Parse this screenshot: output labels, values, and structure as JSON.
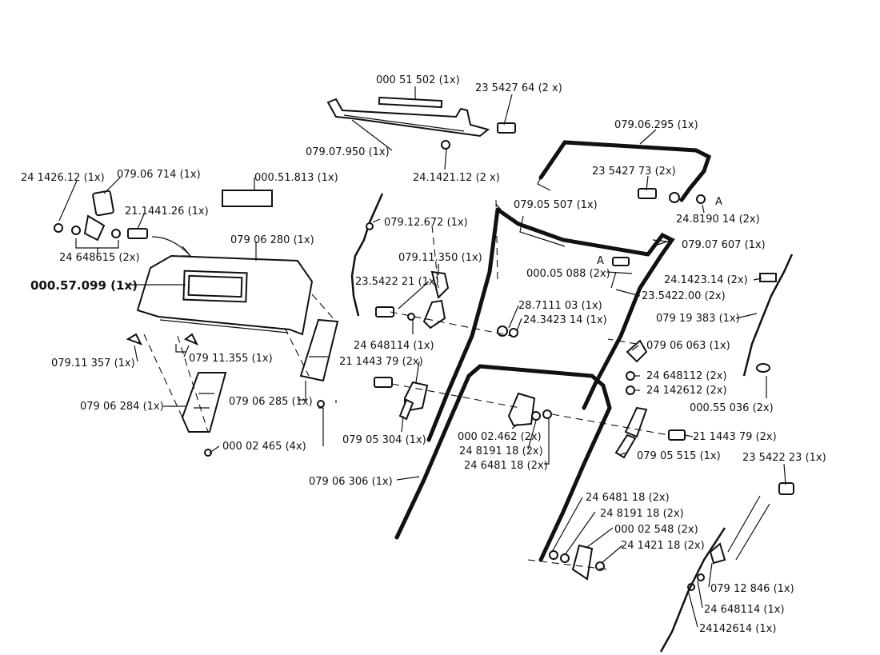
{
  "labels": {
    "l1": "000 51 502 (1x)",
    "l2": "23 5427 64 (2 x)",
    "l3": "079.07.950 (1x)",
    "l4": "24.1421.12 (2 x)",
    "l5": "079.06.295 (1x)",
    "l6": "23 5427 73 (2x)",
    "l7": "24.8190 14 (2x)",
    "l8": "A",
    "l9": "A",
    "l10": "24 1426.12 (1x)",
    "l11": "079.06 714 (1x)",
    "l12": "000.51.813 (1x)",
    "l13": "21.1441.26 (1x)",
    "l14": "079 06 280 (1x)",
    "l15": "24 648615 (2x)",
    "l16": "000.57.099 (1x)",
    "l17": "079.12.672 (1x)",
    "l18": "079.05 507 (1x)",
    "l19": "079.07 607 (1x)",
    "l20": "079.11.350 (1x)",
    "l21": "23.5422 21 (1x)",
    "l22": "000.05 088 (2x)",
    "l23": "23.5422.00 (2x)",
    "l24": "24.1423.14 (2x)",
    "l25": "28.7111 03 (1x)",
    "l26": "24.3423 14 (1x)",
    "l27": "079 19 383 (1x)",
    "l28": "24 648114 (1x)",
    "l29": "079 06 063 (1x)",
    "l30": "079.11 357 (1x)",
    "l31": "079 11.355 (1x)",
    "l32": "21 1443 79 (2x)",
    "l33": "24 648112 (2x)",
    "l34": "24 142612 (2x)",
    "l35": "079 06 284 (1x)",
    "l36": "079 06 285 (1x)",
    "l37": "000.55 036 (2x)",
    "l38": "079 05 304 (1x)",
    "l39": "000 02.462 (2x)",
    "l40": "21 1443 79 (2x)",
    "l41": "000 02 465 (4x)",
    "l42": "24 8191 18 (2x)",
    "l43": "079 05 515 (1x)",
    "l44": "23 5422 23 (1x)",
    "l45": "24 6481 18 (2x)",
    "l46": "079 06 306 (1x)",
    "l47": "24 6481 18 (2x)",
    "l48": "24 8191 18 (2x)",
    "l49": "000 02 548 (2x)",
    "l50": "24 1421 18 (2x)",
    "l51": "079 12 846 (1x)",
    "l52": "24 648114 (1x)",
    "l53": "24142614 (1x)"
  }
}
